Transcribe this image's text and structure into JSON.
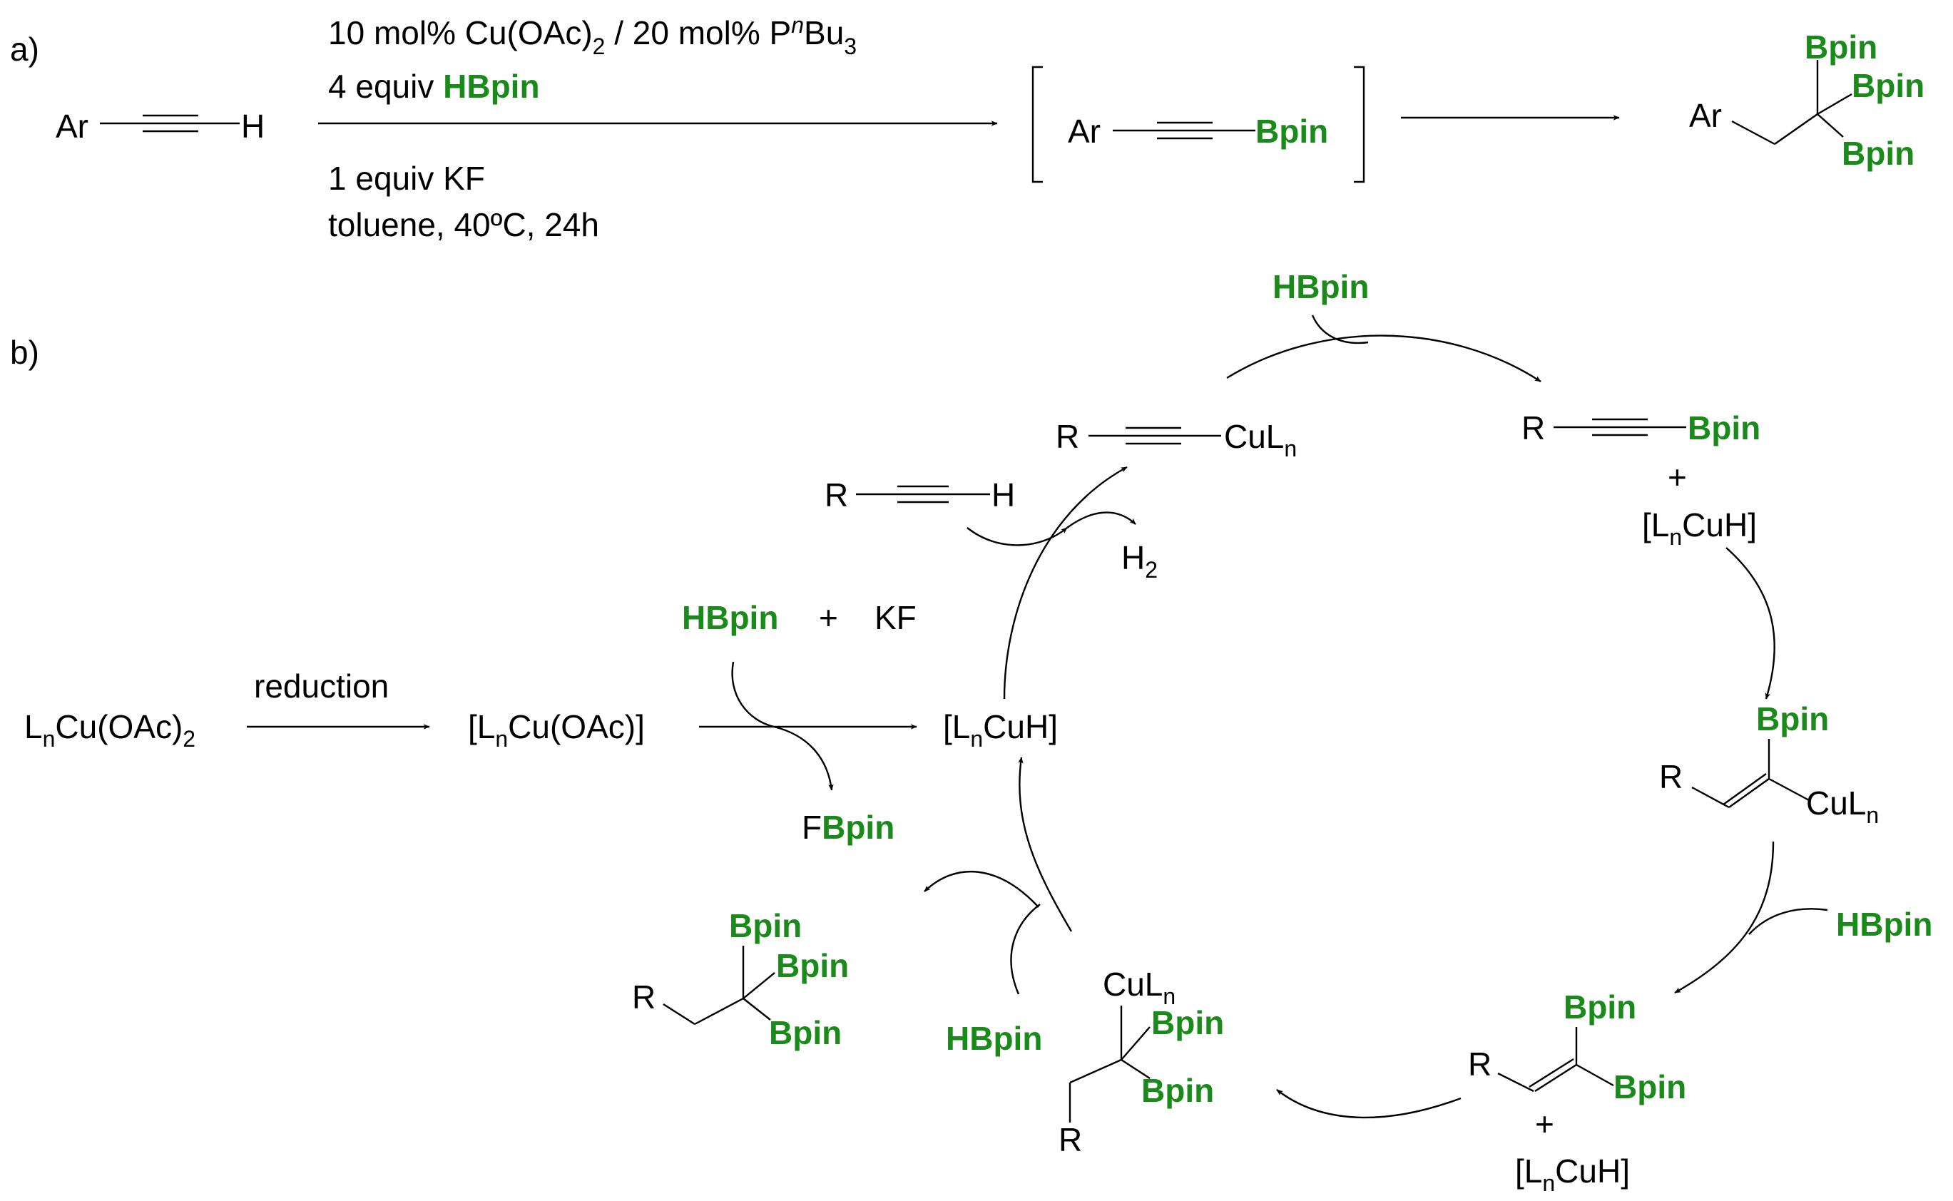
{
  "colors": {
    "reagent": "#1a8a1a",
    "text": "#000000",
    "background": "#ffffff"
  },
  "panel_a": {
    "label": "a)",
    "reactant": {
      "ar": "Ar",
      "h": "H"
    },
    "conditions": {
      "line1_pre": "10 mol% Cu(OAc)",
      "line1_sub": "2",
      "line1_mid": " / 20 mol% P",
      "line1_sup": "n",
      "line1_post": "Bu",
      "line1_sub2": "3",
      "line2_pre": "4 equiv ",
      "line2_reagent": "HBpin",
      "line3": "1 equiv KF",
      "line4": "toluene, 40ºC, 24h"
    },
    "intermediate": {
      "ar": "Ar",
      "bpin": "Bpin"
    },
    "product": {
      "ar": "Ar",
      "bpin": "Bpin"
    }
  },
  "panel_b": {
    "label": "b)",
    "precatalyst": {
      "pre": "L",
      "sub": "n",
      "post": "Cu(OAc)",
      "sub2": "2"
    },
    "reduction": "reduction",
    "cu_acetate": {
      "pre": "[L",
      "sub": "n",
      "post": "Cu(OAc)]"
    },
    "hbpin": "HBpin",
    "plus": "+",
    "kf": "KF",
    "fbpin": {
      "f": "F",
      "bpin": "Bpin"
    },
    "cuh": {
      "pre": "[L",
      "sub": "n",
      "post": "CuH]"
    },
    "alkyne": {
      "r": "R",
      "h": "H"
    },
    "h2": {
      "h": "H",
      "sub": "2"
    },
    "cu_acetylide": {
      "r": "R",
      "cu": "CuL",
      "sub": "n"
    },
    "alkynyl_bpin": {
      "r": "R",
      "bpin": "Bpin"
    },
    "vinyl_cu": {
      "r": "R",
      "bpin": "Bpin",
      "cu": "CuL",
      "sub": "n"
    },
    "diboryl_alkene": {
      "r": "R",
      "bpin": "Bpin"
    },
    "alkyl_cu": {
      "r": "R",
      "cu": "CuL",
      "sub": "n",
      "bpin": "Bpin"
    },
    "product": {
      "r": "R",
      "bpin": "Bpin"
    }
  }
}
